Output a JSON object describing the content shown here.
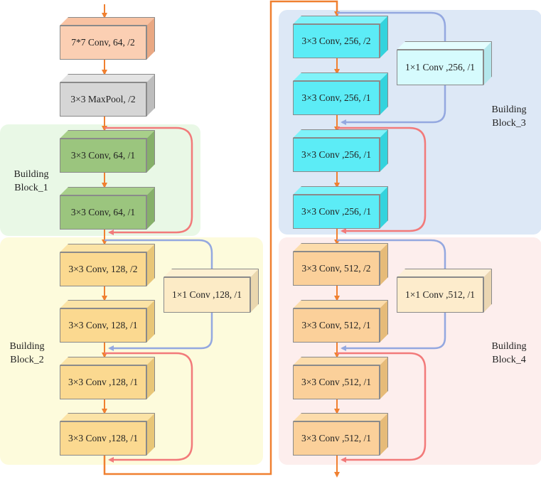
{
  "colors": {
    "main_arrow": "#f08030",
    "residual_red": "#f27a7a",
    "shortcut_blue": "#94a8e0",
    "block1_bg": "#e9f8e6",
    "block2_bg": "#fdfbdc",
    "block3_bg": "#dde8f6",
    "block4_bg": "#fdeeed"
  },
  "blocks": [
    {
      "id": "block1",
      "label_line1": "Building",
      "label_line2": "Block_1"
    },
    {
      "id": "block2",
      "label_line1": "Building",
      "label_line2": "Block_2"
    },
    {
      "id": "block3",
      "label_line1": "Building",
      "label_line2": "Block_3"
    },
    {
      "id": "block4",
      "label_line1": "Building",
      "label_line2": "Block_4"
    }
  ],
  "layers": {
    "stem_conv": "7*7 Conv, 64, /2",
    "maxpool": "3×3 MaxPool, /2",
    "b1_conv1": "3×3 Conv, 64, /1",
    "b1_conv2": "3×3 Conv, 64, /1",
    "b2_conv1": "3×3 Conv, 128, /2",
    "b2_conv2": "3×3 Conv, 128, /1",
    "b2_shortcut": "1×1 Conv ,128, /1",
    "b2_conv3": "3×3 Conv ,128, /1",
    "b2_conv4": "3×3 Conv ,128, /1",
    "b3_conv1": "3×3 Conv, 256, /2",
    "b3_conv2": "3×3 Conv, 256, /1",
    "b3_shortcut": "1×1 Conv ,256, /1",
    "b3_conv3": "3×3 Conv ,256, /1",
    "b3_conv4": "3×3 Conv ,256, /1",
    "b4_conv1": "3×3 Conv, 512, /2",
    "b4_conv2": "3×3 Conv, 512, /1",
    "b4_shortcut": "1×1 Conv ,512, /1",
    "b4_conv3": "3×3 Conv ,512, /1",
    "b4_conv4": "3×3 Conv ,512, /1"
  }
}
